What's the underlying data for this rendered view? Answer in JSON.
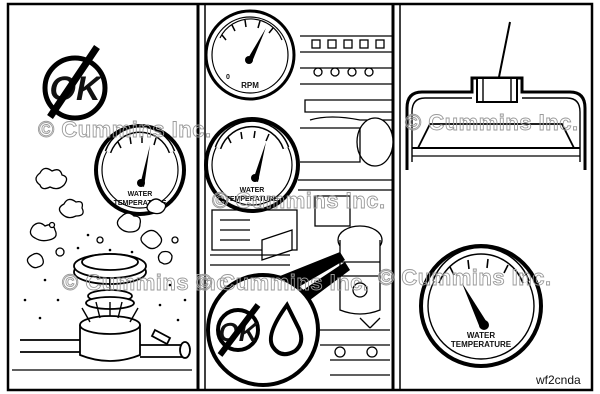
{
  "watermark": "© Cummins Inc.",
  "gauges": {
    "rpm_label": "RPM",
    "rpm_zero": "0",
    "water_label_line1": "WATER",
    "water_label_line2": "TEMPERATURE"
  },
  "ok_symbol_text": "OK",
  "figure_code": "wf2cnda"
}
